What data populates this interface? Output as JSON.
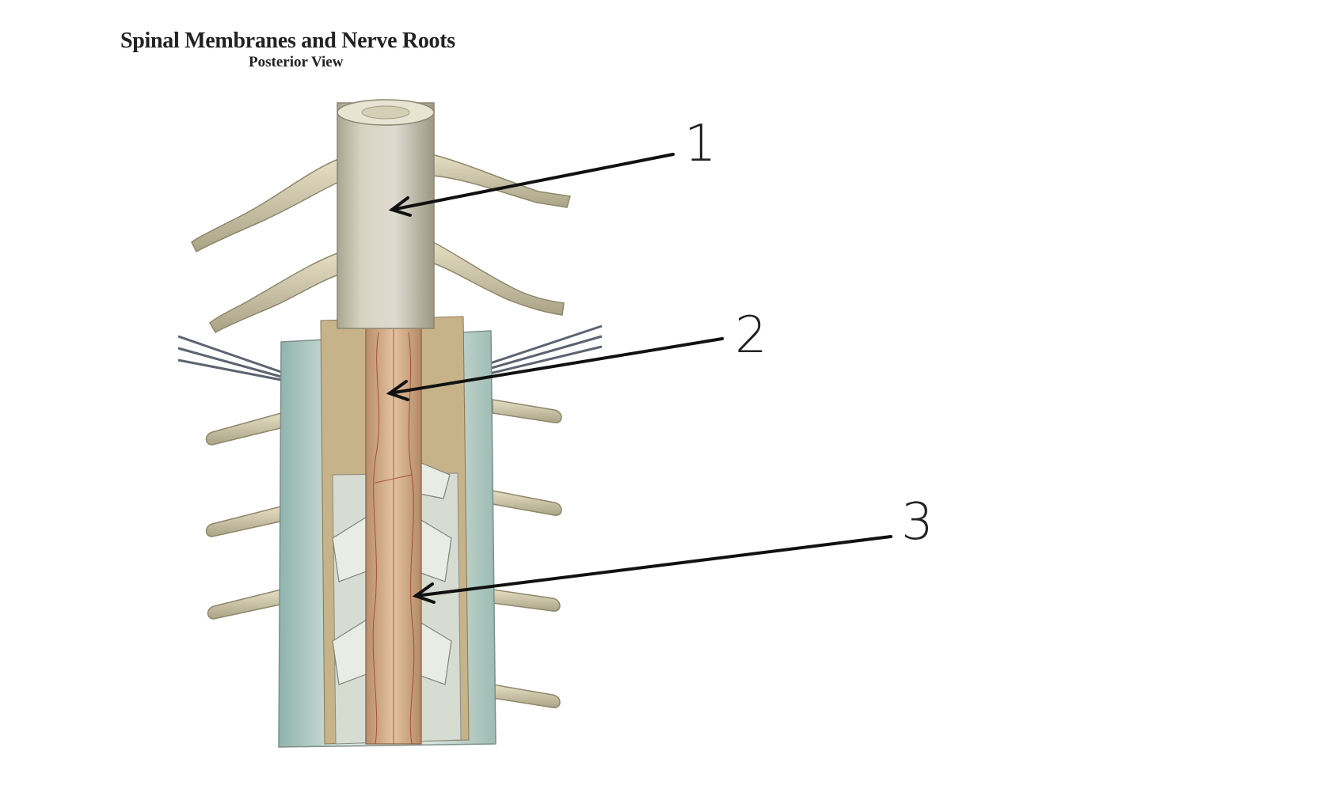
{
  "title": "Spinal Membranes and Nerve Roots",
  "subtitle": "Posterior View",
  "callouts": [
    {
      "number": "1"
    },
    {
      "number": "2"
    },
    {
      "number": "3"
    }
  ],
  "colors": {
    "dura": "#d8d3c0",
    "dura_shadow": "#a9a590",
    "arachnoid": "#d9e4de",
    "arachnoid_teal": "#8fb3ad",
    "pia_cord": "#dcb694",
    "vessel": "#9b3a2a",
    "nerve": "#d2caa9",
    "arrow": "#111111"
  }
}
